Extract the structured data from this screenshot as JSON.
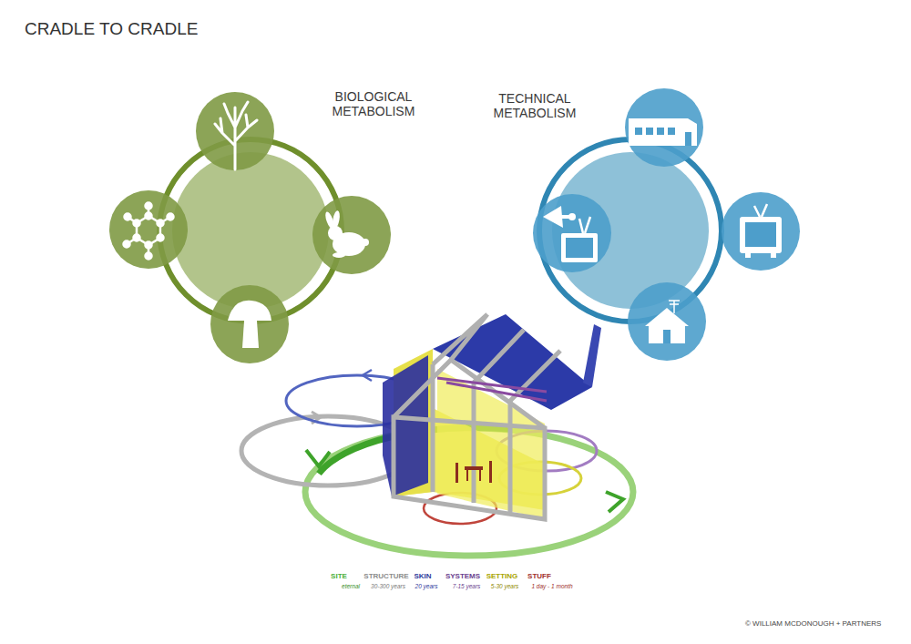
{
  "diagram": {
    "title": "CRADLE TO CRADLE",
    "labels": [
      "BIOLOGICAL METABOLISM",
      "TECHNICAL METABOLISM",
      "SITE",
      "eternal",
      "STRUCTURE",
      "30-300 years",
      "SKIN",
      "20 years",
      "SYSTEMS",
      "7-15 years",
      "SETTING",
      "5-30 years",
      "STUFF",
      "1 day - 1 month",
      "© WILLIAM MCDONOUGH + PARTNERS"
    ]
  }
}
